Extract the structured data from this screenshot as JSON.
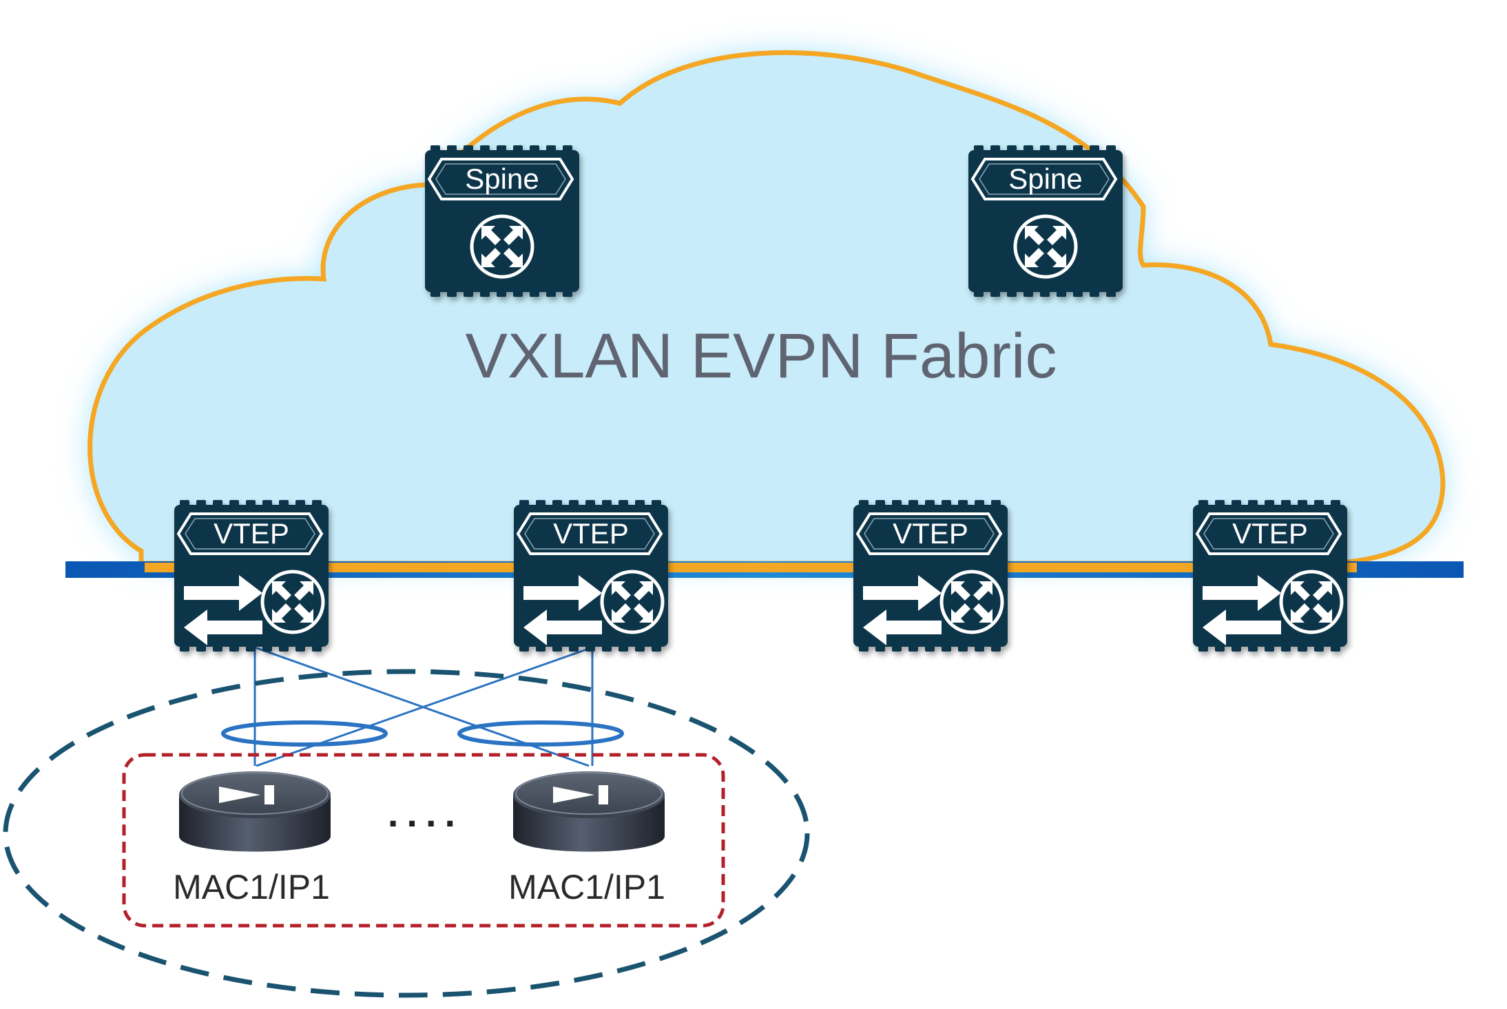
{
  "fabric": {
    "title": "VXLAN EVPN Fabric"
  },
  "spines": [
    {
      "label": "Spine"
    },
    {
      "label": "Spine"
    }
  ],
  "vteps": [
    {
      "label": "VTEP"
    },
    {
      "label": "VTEP"
    },
    {
      "label": "VTEP"
    },
    {
      "label": "VTEP"
    }
  ],
  "hosts": [
    {
      "label": "MAC1/IP1"
    },
    {
      "label": "MAC1/IP1"
    }
  ],
  "ellipsis": "....",
  "colors": {
    "cloud_fill": "#c8ecfa",
    "cloud_outline": "#f5a623",
    "device": "#10364a",
    "transport_line": "#0a56b3",
    "host_group_outline": "#1a5370",
    "multihoming_group_outline": "#b3202a",
    "link": "#2a72c2"
  }
}
